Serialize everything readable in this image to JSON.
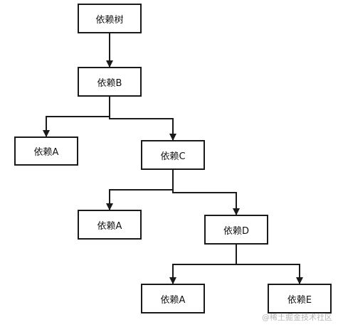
{
  "diagram": {
    "nodes": {
      "root": "依赖树",
      "b": "依赖B",
      "a1": "依赖A",
      "c": "依赖C",
      "a2": "依赖A",
      "d": "依赖D",
      "a3": "依赖A",
      "e": "依赖E"
    },
    "edges": [
      [
        "root",
        "b"
      ],
      [
        "b",
        "a1"
      ],
      [
        "b",
        "c"
      ],
      [
        "c",
        "a2"
      ],
      [
        "c",
        "d"
      ],
      [
        "d",
        "a3"
      ],
      [
        "d",
        "e"
      ]
    ],
    "colors": {
      "stroke": "#1a1a1a",
      "watermark": "#b8b8b8"
    }
  },
  "watermark": "@稀土掘金技术社区"
}
